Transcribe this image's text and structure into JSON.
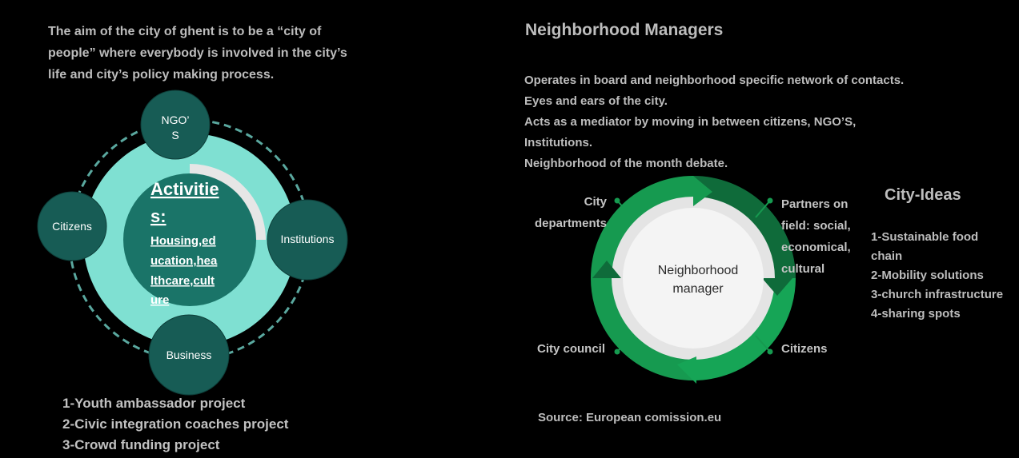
{
  "intro": {
    "lines": [
      "The aim of the city of ghent is to be a “city of",
      "people” where everybody is involved in the city’s",
      "life and city’s policy making process."
    ]
  },
  "left_diagram": {
    "center_lines": [
      "Activitie",
      "s:",
      "Housing,ed",
      "ucation,hea",
      "lthcare,cult",
      "ure"
    ],
    "nodes": {
      "top_lines": [
        "NGO’",
        "S"
      ],
      "left": "Citizens",
      "right": "Institutions",
      "bottom": "Business"
    },
    "colors": {
      "ring": "#7fe0d2",
      "node": "#175c55",
      "center": "#1a7468",
      "dash": "#5aa89f"
    }
  },
  "projects": [
    "1-Youth ambassador project",
    "2-Civic integration coaches project",
    "3-Crowd funding project"
  ],
  "right_section": {
    "title": "Neighborhood Managers",
    "description": [
      "Operates in board and neighborhood specific network of contacts.",
      "Eyes and ears of the city.",
      "Acts as a mediator by moving in  between citizens, NGO’S,",
      "Institutions.",
      "Neighborhood of the month debate."
    ],
    "cycle": {
      "center_lines": [
        "Neighborhood",
        "manager"
      ],
      "city_departments_lines": [
        "City",
        "departments"
      ],
      "partners_lines": [
        "Partners on",
        "field: social,",
        "economical,",
        "cultural"
      ],
      "city_council": "City council",
      "citizens": "Citizens",
      "colors": {
        "dark": "#0f6b3a",
        "mid": "#169a50",
        "light": "#16a556"
      }
    },
    "city_ideas": {
      "title": "City-Ideas",
      "items": [
        "1-Sustainable food",
        "chain",
        "2-Mobility solutions",
        "3-church infrastructure",
        "4-sharing spots"
      ]
    },
    "source": "Source: European comission.eu"
  }
}
